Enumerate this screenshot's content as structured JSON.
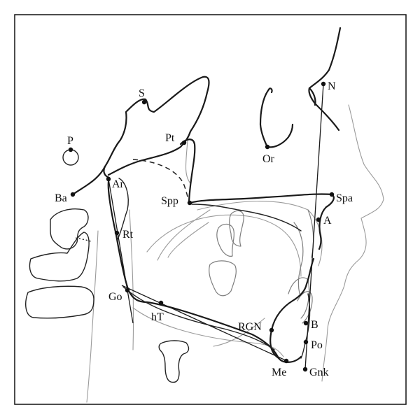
{
  "landmarks": [
    {
      "key": "S",
      "label": "S"
    },
    {
      "key": "P",
      "label": "P"
    },
    {
      "key": "Pt",
      "label": "Pt"
    },
    {
      "key": "N",
      "label": "N"
    },
    {
      "key": "Or",
      "label": "Or"
    },
    {
      "key": "Ba",
      "label": "Ba"
    },
    {
      "key": "Ar",
      "label": "Ar"
    },
    {
      "key": "Spp",
      "label": "Spp"
    },
    {
      "key": "Spa",
      "label": "Spa"
    },
    {
      "key": "A",
      "label": "A"
    },
    {
      "key": "Rt",
      "label": "Rt"
    },
    {
      "key": "Go",
      "label": "Go"
    },
    {
      "key": "hT",
      "label": "hT"
    },
    {
      "key": "RGN",
      "label": "RGN"
    },
    {
      "key": "B",
      "label": "B"
    },
    {
      "key": "Po",
      "label": "Po"
    },
    {
      "key": "Me",
      "label": "Me"
    },
    {
      "key": "Gnk",
      "label": "Gnk"
    }
  ]
}
